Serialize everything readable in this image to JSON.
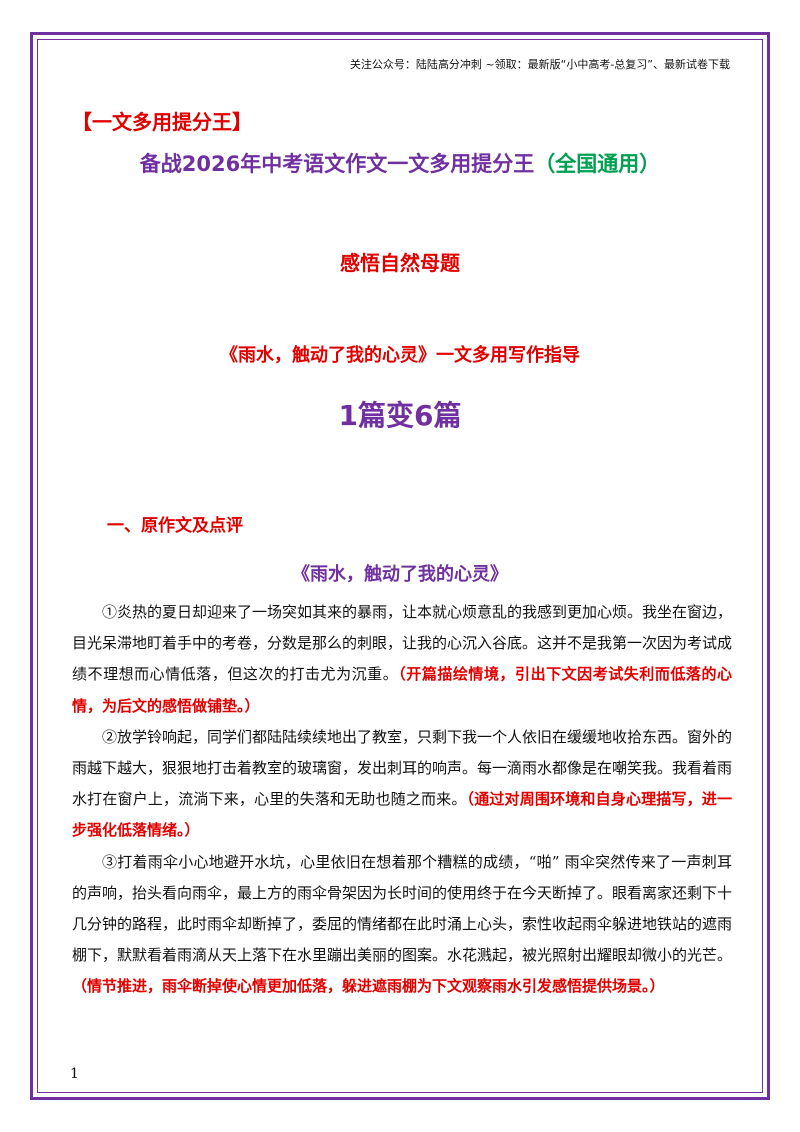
{
  "header": {
    "note": "关注公众号：陆陆高分冲刺  ~领取：最新版“小中高考-总复习”、最新试卷下载"
  },
  "titles": {
    "tag": "【一文多用提分王】",
    "main_purple": "备战2026年中考语文作文一文多用提分王",
    "main_green": "（全国通用）",
    "theme": "感悟自然母题",
    "guide": "《雨水，触动了我的心灵》一文多用写作指导",
    "big": "1篇变6篇"
  },
  "section": {
    "heading": "一、原作文及点评",
    "essay_title": "《雨水，触动了我的心灵》"
  },
  "paragraphs": [
    {
      "text": "①炎热的夏日却迎来了一场突如其来的暴雨，让本就心烦意乱的我感到更加心烦。我坐在窗边，目光呆滞地盯着手中的考卷，分数是那么的刺眼，让我的心沉入谷底。这并不是我第一次因为考试成绩不理想而心情低落，但这次的打击尤为沉重。",
      "note": "（开篇描绘情境，引出下文因考试失利而低落的心情，为后文的感悟做铺垫。）"
    },
    {
      "text": "②放学铃响起，同学们都陆陆续续地出了教室，只剩下我一个人依旧在缓缓地收拾东西。窗外的雨越下越大，狠狠地打击着教室的玻璃窗，发出刺耳的响声。每一滴雨水都像是在嘲笑我。我看着雨水打在窗户上，流淌下来，心里的失落和无助也随之而来。",
      "note": "（通过对周围环境和自身心理描写，进一步强化低落情绪。）"
    },
    {
      "text": "③打着雨伞小心地避开水坑，心里依旧在想着那个糟糕的成绩，“啪” 雨伞突然传来了一声刺耳的声响，抬头看向雨伞，最上方的雨伞骨架因为长时间的使用终于在今天断掉了。眼看离家还剩下十几分钟的路程，此时雨伞却断掉了，委屈的情绪都在此时涌上心头，索性收起雨伞躲进地铁站的遮雨棚下，默默看着雨滴从天上落下在水里蹦出美丽的图案。水花溅起，被光照射出耀眼却微小的光芒。",
      "note": "（情节推进，雨伞断掉使心情更加低落，躲进遮雨棚为下文观察雨水引发感悟提供场景。）"
    }
  ],
  "footer": {
    "page_number": "1"
  },
  "colors": {
    "border": "#7030a0",
    "title_purple": "#7030a0",
    "accent_red": "#e00000",
    "accent_green": "#00a050"
  }
}
